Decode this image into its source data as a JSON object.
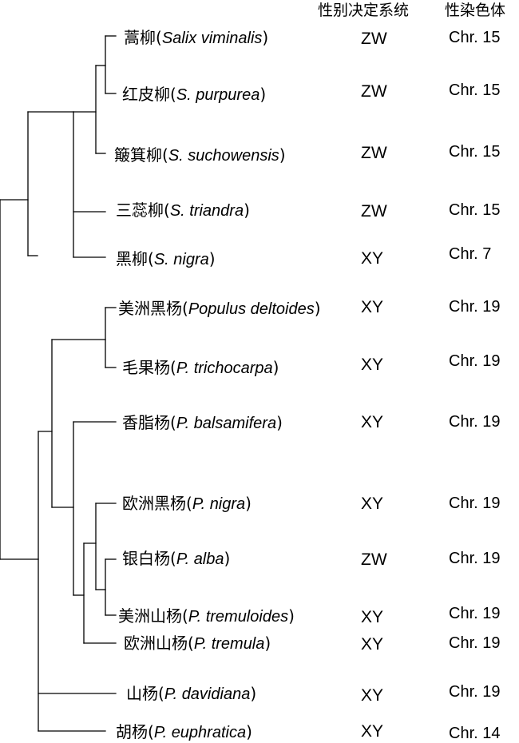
{
  "headers": {
    "sex_system": "性别决定系统",
    "sex_chromosome": "性染色体"
  },
  "species": [
    {
      "cn": "蒿柳",
      "sci": "Salix viminalis",
      "system": "ZW",
      "chr": "Chr. 15"
    },
    {
      "cn": "红皮柳",
      "sci": "S. purpurea",
      "system": "ZW",
      "chr": "Chr. 15"
    },
    {
      "cn": "簸箕柳",
      "sci": "S. suchowensis",
      "system": "ZW",
      "chr": "Chr. 15"
    },
    {
      "cn": "三蕊柳",
      "sci": "S. triandra",
      "system": "ZW",
      "chr": "Chr. 15"
    },
    {
      "cn": "黑柳",
      "sci": "S. nigra",
      "system": "XY",
      "chr": "Chr. 7"
    },
    {
      "cn": "美洲黑杨",
      "sci": "Populus deltoides",
      "system": "XY",
      "chr": "Chr. 19"
    },
    {
      "cn": "毛果杨",
      "sci": "P. trichocarpa",
      "system": "XY",
      "chr": "Chr. 19"
    },
    {
      "cn": "香脂杨",
      "sci": "P. balsamifera",
      "system": "XY",
      "chr": "Chr. 19"
    },
    {
      "cn": "欧洲黑杨",
      "sci": "P. nigra",
      "system": "XY",
      "chr": "Chr. 19"
    },
    {
      "cn": "银白杨",
      "sci": "P. alba",
      "system": "ZW",
      "chr": "Chr. 19"
    },
    {
      "cn": "美洲山杨",
      "sci": "P. tremuloides",
      "system": "XY",
      "chr": "Chr. 19"
    },
    {
      "cn": "欧洲山杨",
      "sci": "P. tremula",
      "system": "XY",
      "chr": "Chr. 19"
    },
    {
      "cn": "山杨",
      "sci": "P. davidiana",
      "system": "XY",
      "chr": "Chr. 19"
    },
    {
      "cn": "胡杨",
      "sci": "P. euphratica",
      "system": "XY",
      "chr": "Chr. 14"
    }
  ]
}
